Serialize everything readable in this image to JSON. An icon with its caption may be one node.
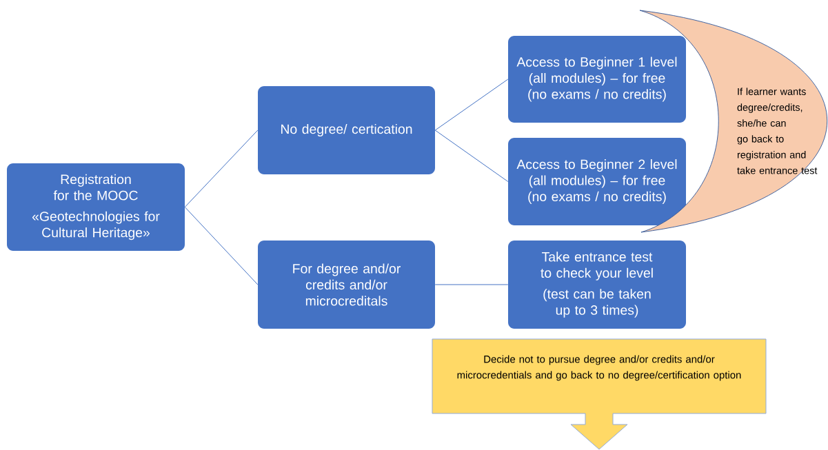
{
  "diagram": {
    "nodes": [
      {
        "text": [
          "Registration for the MOOC",
          "«Geotechnologies for Cultural Heritage»"
        ]
      },
      {
        "text": [
          "No degree/ certication"
        ]
      },
      {
        "text": [
          "Access to Beginner 1 level (all modules) – for free (no exams / no credits)"
        ]
      },
      {
        "text": [
          "Access to Beginner 2 level (all modules) – for free (no exams / no credits)"
        ]
      },
      {
        "text": [
          "If learner wants degree/credits, she/he can go back to registration and take entrance test"
        ]
      },
      {
        "text": [
          "For degree and/or credits and/or microcreditals"
        ]
      },
      {
        "text": [
          "Take entrance test to check your level",
          "(test can be taken up to 3 times)"
        ]
      },
      {
        "text": [
          "Decide not to pursue degree and/or credits and/or microcredentials and go back to no degree/certification option"
        ]
      }
    ],
    "edges": [
      {
        "from": 0,
        "to": 1,
        "arrow": "none"
      },
      {
        "from": 0,
        "to": 5,
        "arrow": "none"
      },
      {
        "from": 1,
        "to": 2,
        "arrow": "none"
      },
      {
        "from": 1,
        "to": 3,
        "arrow": "none"
      },
      {
        "from": 5,
        "to": 6,
        "arrow": "none"
      }
    ]
  }
}
